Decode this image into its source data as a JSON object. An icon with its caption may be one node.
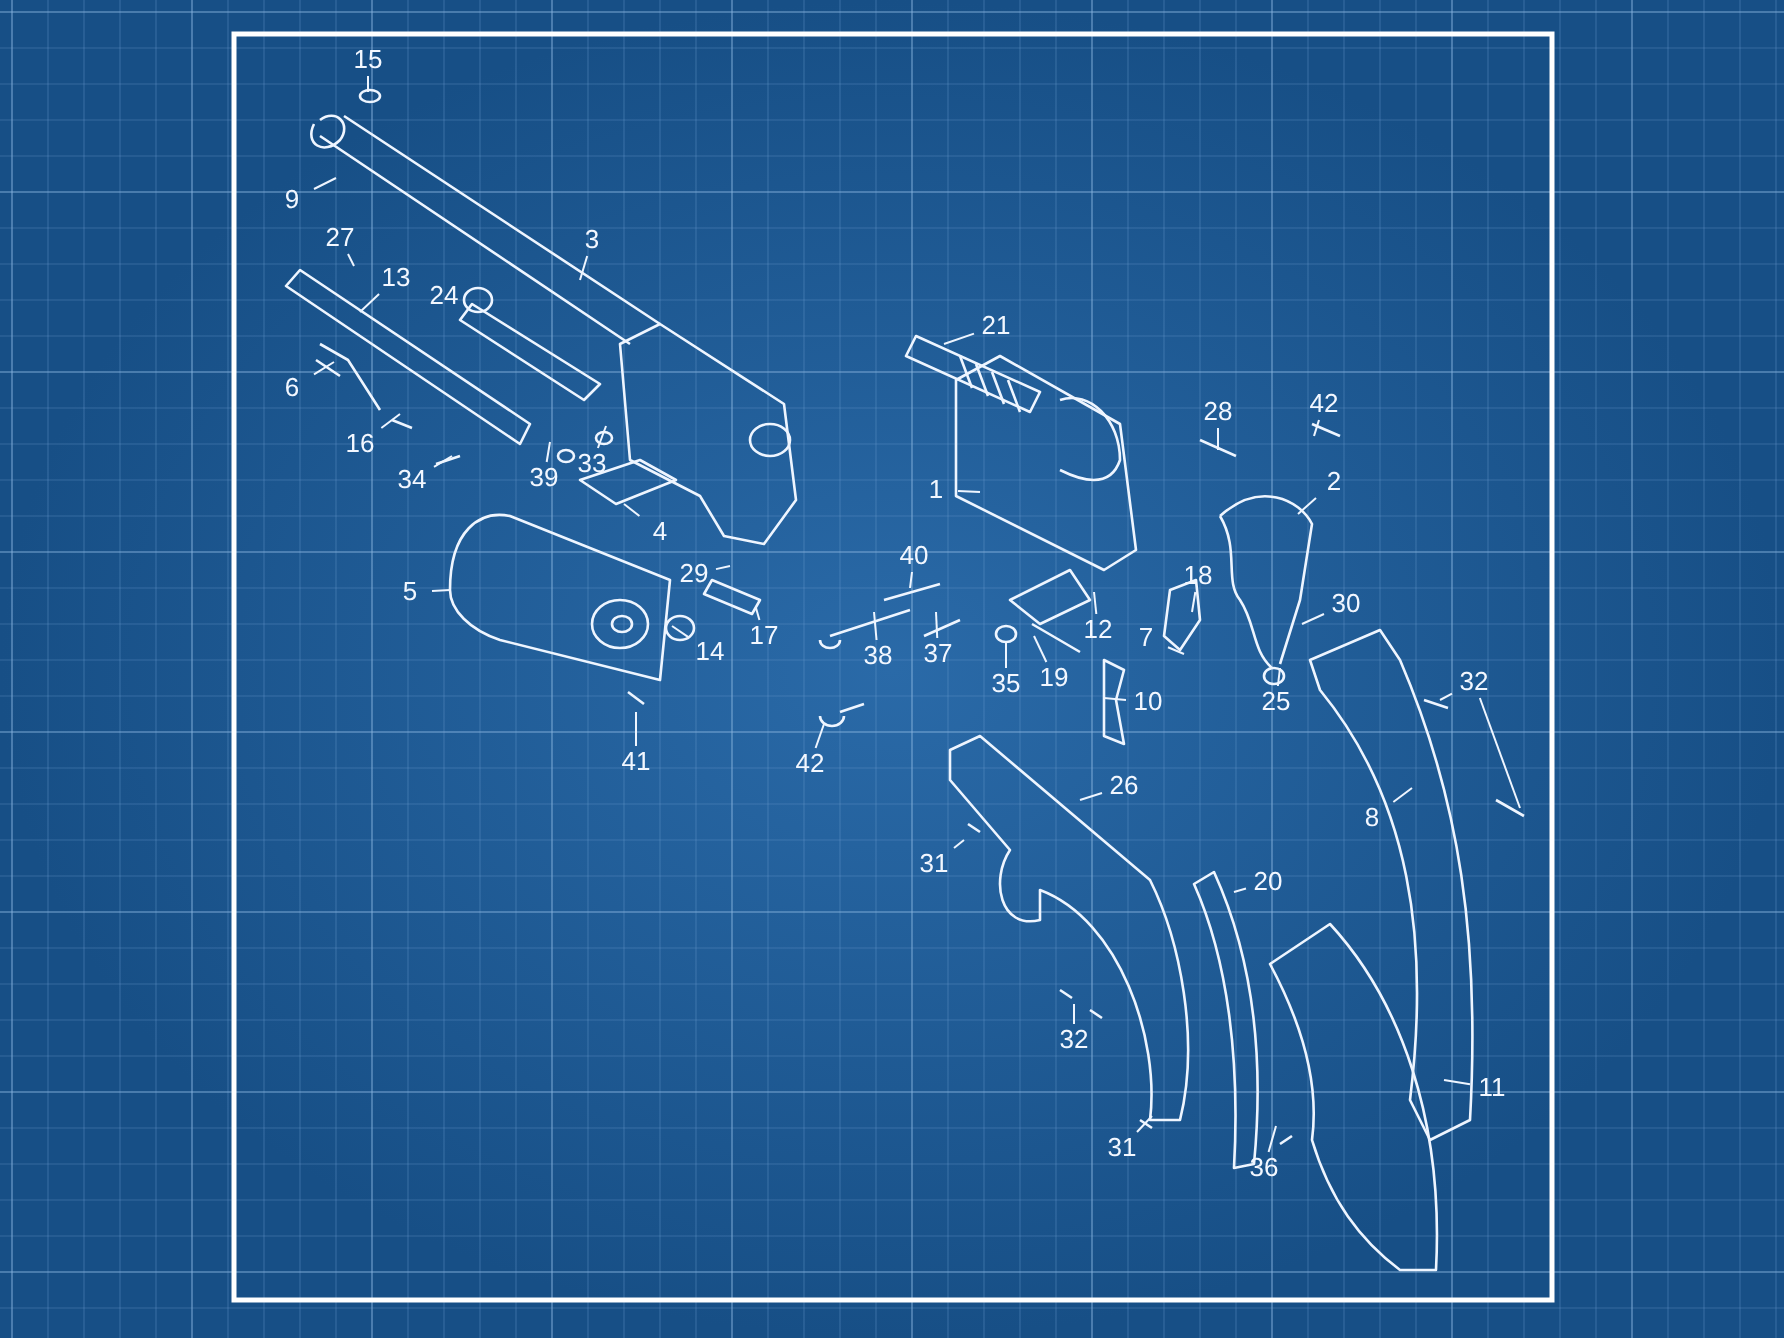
{
  "diagram": {
    "nodes": [
      {
        "text": [
          "15"
        ]
      },
      {
        "text": [
          "9"
        ]
      },
      {
        "text": [
          "27"
        ]
      },
      {
        "text": [
          "3"
        ]
      },
      {
        "text": [
          "13"
        ]
      },
      {
        "text": [
          "24"
        ]
      },
      {
        "text": [
          "21"
        ]
      },
      {
        "text": [
          "6"
        ]
      },
      {
        "text": [
          "28"
        ]
      },
      {
        "text": [
          "42"
        ]
      },
      {
        "text": [
          "16"
        ]
      },
      {
        "text": [
          "34"
        ]
      },
      {
        "text": [
          "39"
        ]
      },
      {
        "text": [
          "33"
        ]
      },
      {
        "text": [
          "1"
        ]
      },
      {
        "text": [
          "2"
        ]
      },
      {
        "text": [
          "4"
        ]
      },
      {
        "text": [
          "40"
        ]
      },
      {
        "text": [
          "29"
        ]
      },
      {
        "text": [
          "18"
        ]
      },
      {
        "text": [
          "5"
        ]
      },
      {
        "text": [
          "30"
        ]
      },
      {
        "text": [
          "12"
        ]
      },
      {
        "text": [
          "17"
        ]
      },
      {
        "text": [
          "7"
        ]
      },
      {
        "text": [
          "14"
        ]
      },
      {
        "text": [
          "38"
        ]
      },
      {
        "text": [
          "37"
        ]
      },
      {
        "text": [
          "19"
        ]
      },
      {
        "text": [
          "35"
        ]
      },
      {
        "text": [
          "32"
        ]
      },
      {
        "text": [
          "10"
        ]
      },
      {
        "text": [
          "25"
        ]
      },
      {
        "text": [
          "41"
        ]
      },
      {
        "text": [
          "42"
        ]
      },
      {
        "text": [
          "26"
        ]
      },
      {
        "text": [
          "8"
        ]
      },
      {
        "text": [
          "31"
        ]
      },
      {
        "text": [
          "20"
        ]
      },
      {
        "text": [
          "32"
        ]
      },
      {
        "text": [
          "11"
        ]
      },
      {
        "text": [
          "31"
        ]
      },
      {
        "text": [
          "36"
        ]
      }
    ],
    "edges": [
      {
        "from": 0,
        "to": null,
        "arrow": "none"
      },
      {
        "from": 1,
        "to": null,
        "arrow": "none"
      },
      {
        "from": 2,
        "to": null,
        "arrow": "none"
      },
      {
        "from": 3,
        "to": null,
        "arrow": "none"
      },
      {
        "from": 4,
        "to": null,
        "arrow": "none"
      },
      {
        "from": 5,
        "to": null,
        "arrow": "none"
      },
      {
        "from": 6,
        "to": null,
        "arrow": "none"
      },
      {
        "from": 7,
        "to": null,
        "arrow": "none"
      },
      {
        "from": 8,
        "to": null,
        "arrow": "none"
      },
      {
        "from": 9,
        "to": null,
        "arrow": "none"
      },
      {
        "from": 10,
        "to": null,
        "arrow": "none"
      },
      {
        "from": 11,
        "to": null,
        "arrow": "none"
      },
      {
        "from": 12,
        "to": null,
        "arrow": "none"
      },
      {
        "from": 13,
        "to": null,
        "arrow": "none"
      },
      {
        "from": 14,
        "to": null,
        "arrow": "none"
      },
      {
        "from": 15,
        "to": null,
        "arrow": "none"
      },
      {
        "from": 16,
        "to": null,
        "arrow": "none"
      },
      {
        "from": 17,
        "to": null,
        "arrow": "none"
      },
      {
        "from": 18,
        "to": null,
        "arrow": "none"
      },
      {
        "from": 19,
        "to": null,
        "arrow": "none"
      },
      {
        "from": 20,
        "to": null,
        "arrow": "none"
      },
      {
        "from": 21,
        "to": null,
        "arrow": "none"
      },
      {
        "from": 22,
        "to": null,
        "arrow": "none"
      },
      {
        "from": 23,
        "to": null,
        "arrow": "none"
      },
      {
        "from": 24,
        "to": null,
        "arrow": "none"
      },
      {
        "from": 25,
        "to": null,
        "arrow": "none"
      },
      {
        "from": 26,
        "to": null,
        "arrow": "none"
      },
      {
        "from": 27,
        "to": null,
        "arrow": "none"
      },
      {
        "from": 28,
        "to": null,
        "arrow": "none"
      },
      {
        "from": 29,
        "to": null,
        "arrow": "none"
      },
      {
        "from": 30,
        "to": null,
        "arrow": "none"
      },
      {
        "from": 30,
        "to": null,
        "arrow": "none"
      },
      {
        "from": 31,
        "to": null,
        "arrow": "none"
      },
      {
        "from": 32,
        "to": null,
        "arrow": "none"
      },
      {
        "from": 33,
        "to": null,
        "arrow": "none"
      },
      {
        "from": 34,
        "to": null,
        "arrow": "none"
      },
      {
        "from": 35,
        "to": null,
        "arrow": "none"
      },
      {
        "from": 36,
        "to": null,
        "arrow": "none"
      },
      {
        "from": 37,
        "to": null,
        "arrow": "none"
      },
      {
        "from": 38,
        "to": null,
        "arrow": "none"
      },
      {
        "from": 39,
        "to": null,
        "arrow": "none"
      },
      {
        "from": 40,
        "to": null,
        "arrow": "none"
      },
      {
        "from": 41,
        "to": null,
        "arrow": "none"
      },
      {
        "from": 42,
        "to": null,
        "arrow": "none"
      }
    ]
  }
}
